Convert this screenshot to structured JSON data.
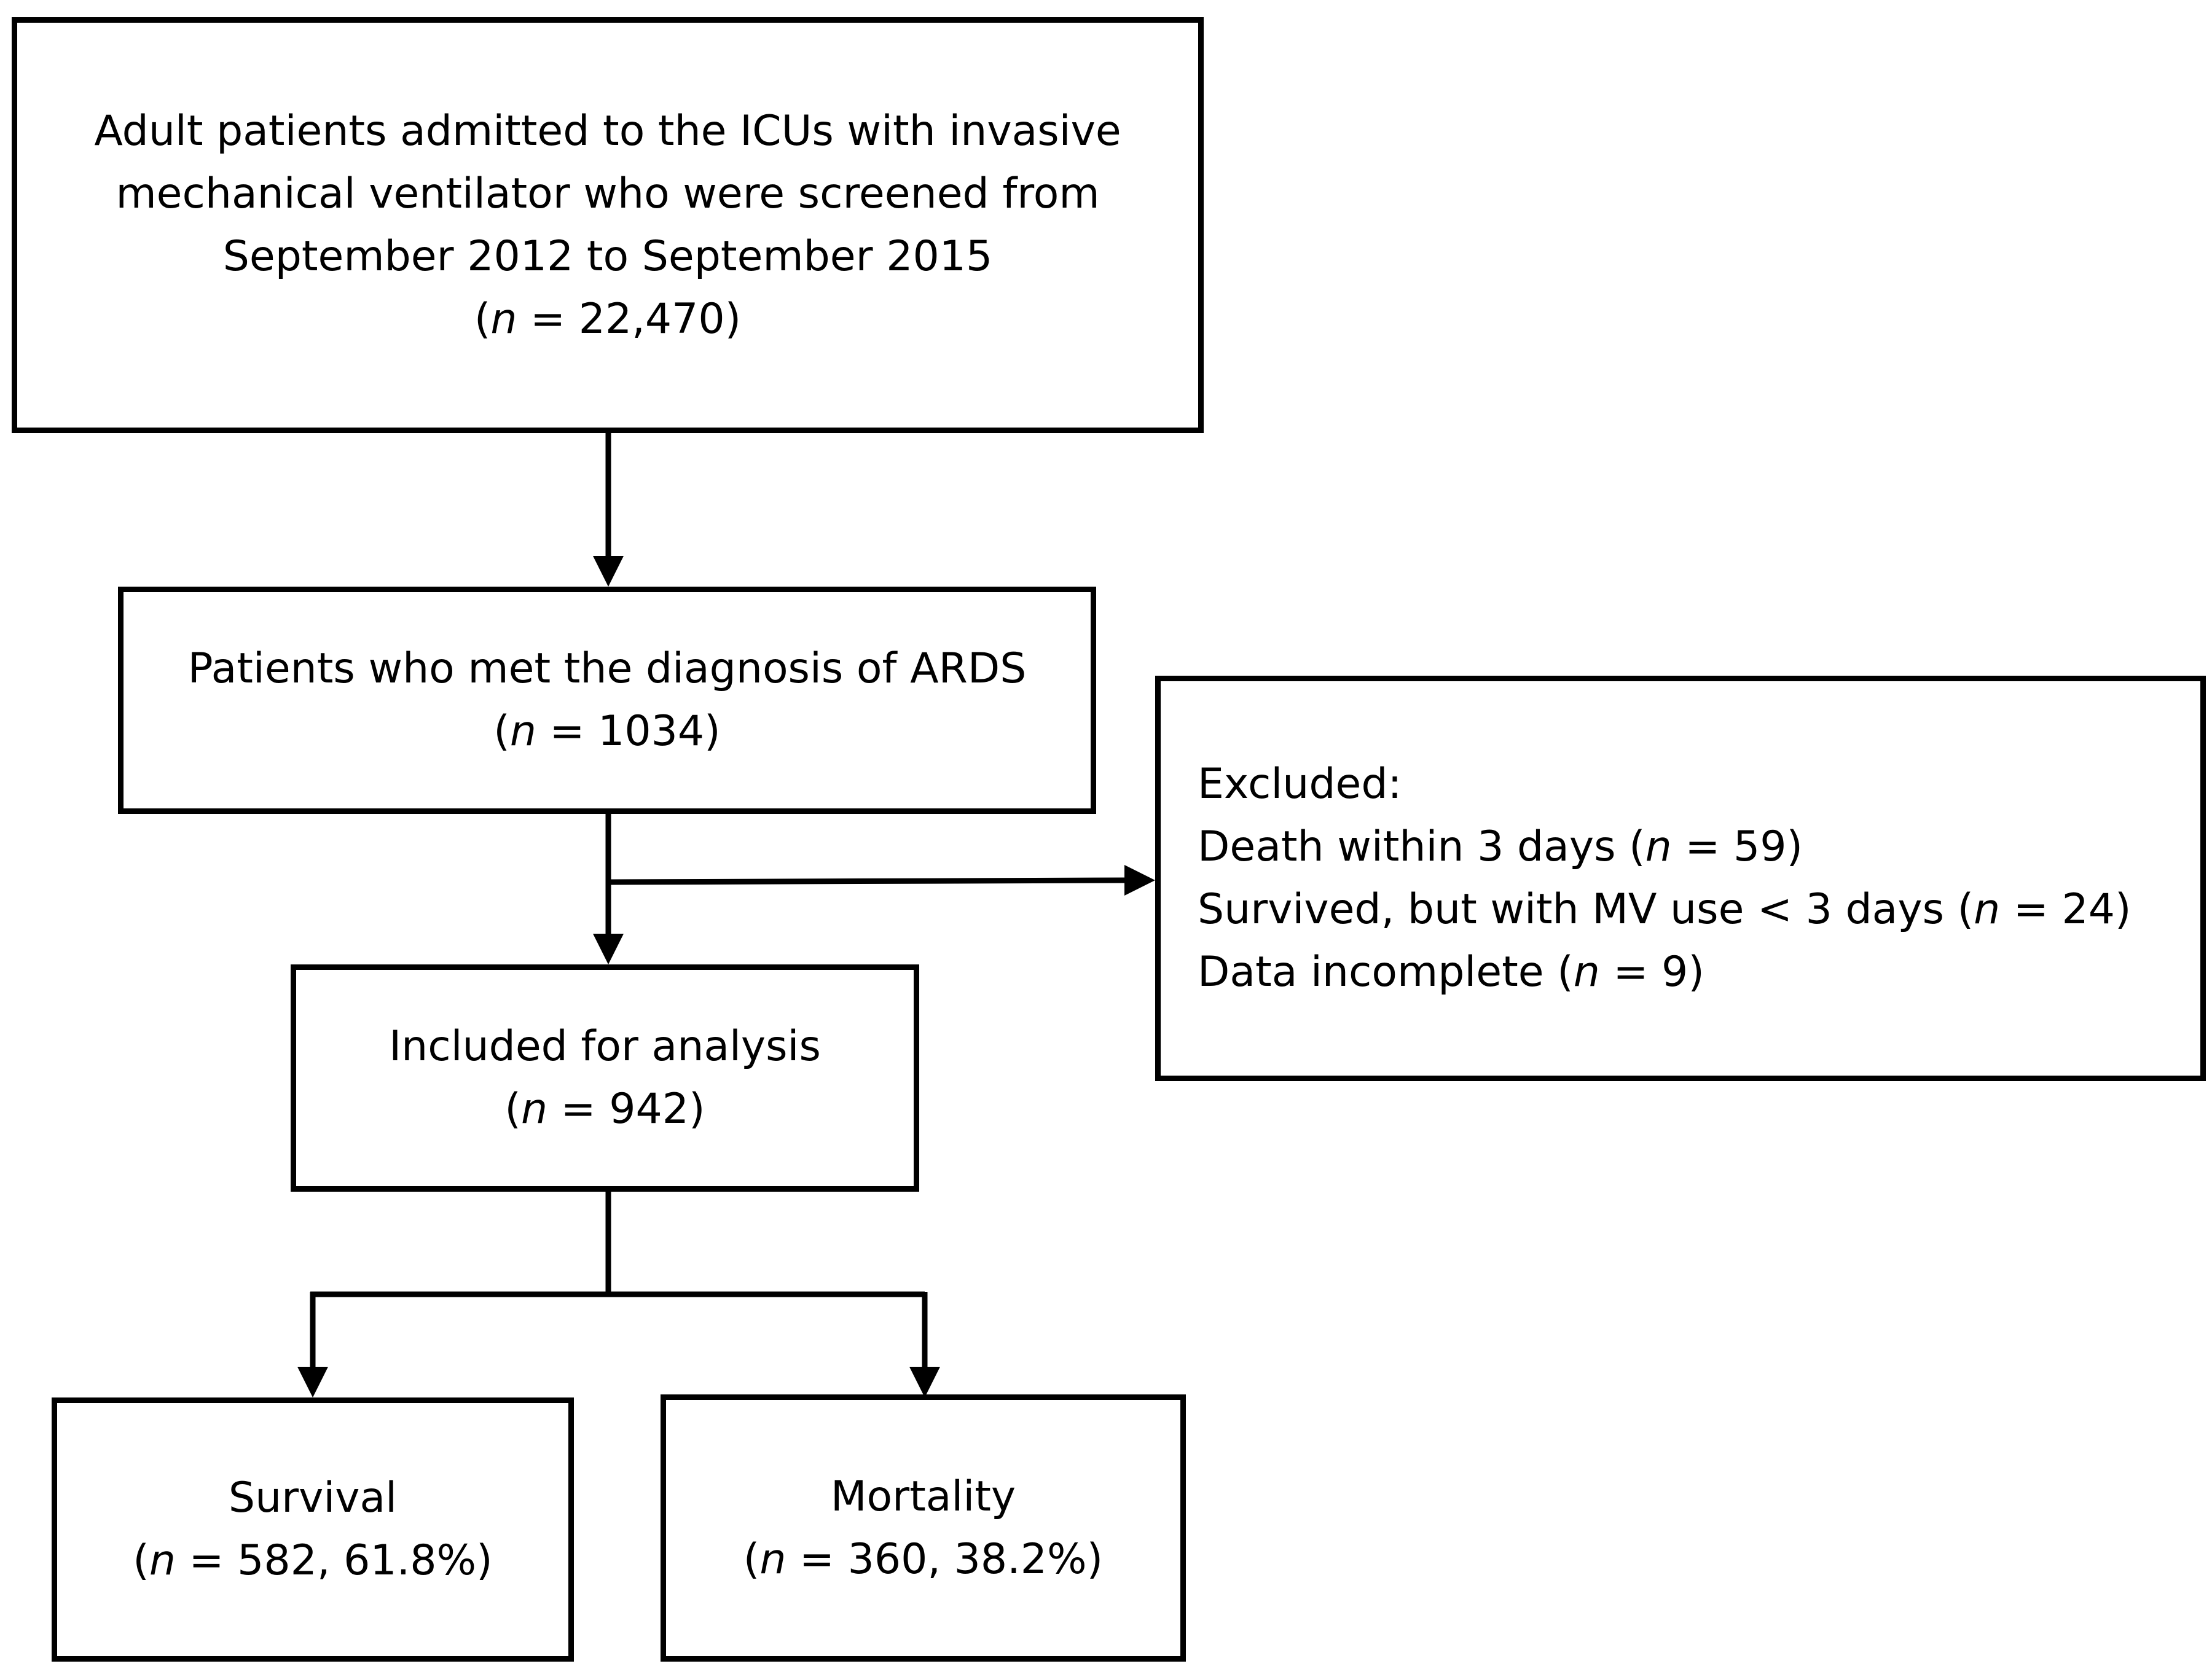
{
  "boxes": {
    "screened": {
      "lines": [
        "Adult patients admitted to the ICUs with invasive",
        "mechanical ventilator who were screened from",
        "September 2012 to September 2015"
      ],
      "count_prefix": "(",
      "count_var": "n",
      "count_rest": " = 22,470)"
    },
    "ards": {
      "lines": [
        "Patients who met the diagnosis of ARDS"
      ],
      "count_prefix": "(",
      "count_var": "n",
      "count_rest": " = 1034)"
    },
    "excluded": {
      "heading": "Excluded:",
      "items": [
        {
          "label": "Death within 3 days (",
          "var": "n",
          "rest": " = 59)"
        },
        {
          "label": "Survived, but with MV use < 3 days (",
          "var": "n",
          "rest": " = 24)"
        },
        {
          "label": "Data incomplete (",
          "var": "n",
          "rest": " = 9)"
        }
      ]
    },
    "included": {
      "lines": [
        "Included for analysis"
      ],
      "count_prefix": "(",
      "count_var": "n",
      "count_rest": " = 942)"
    },
    "survival": {
      "lines": [
        "Survival"
      ],
      "count_prefix": "(",
      "count_var": "n",
      "count_rest": " = 582, 61.8%)"
    },
    "mortality": {
      "lines": [
        "Mortality"
      ],
      "count_prefix": "(",
      "count_var": "n",
      "count_rest": " = 360, 38.2%)"
    }
  }
}
